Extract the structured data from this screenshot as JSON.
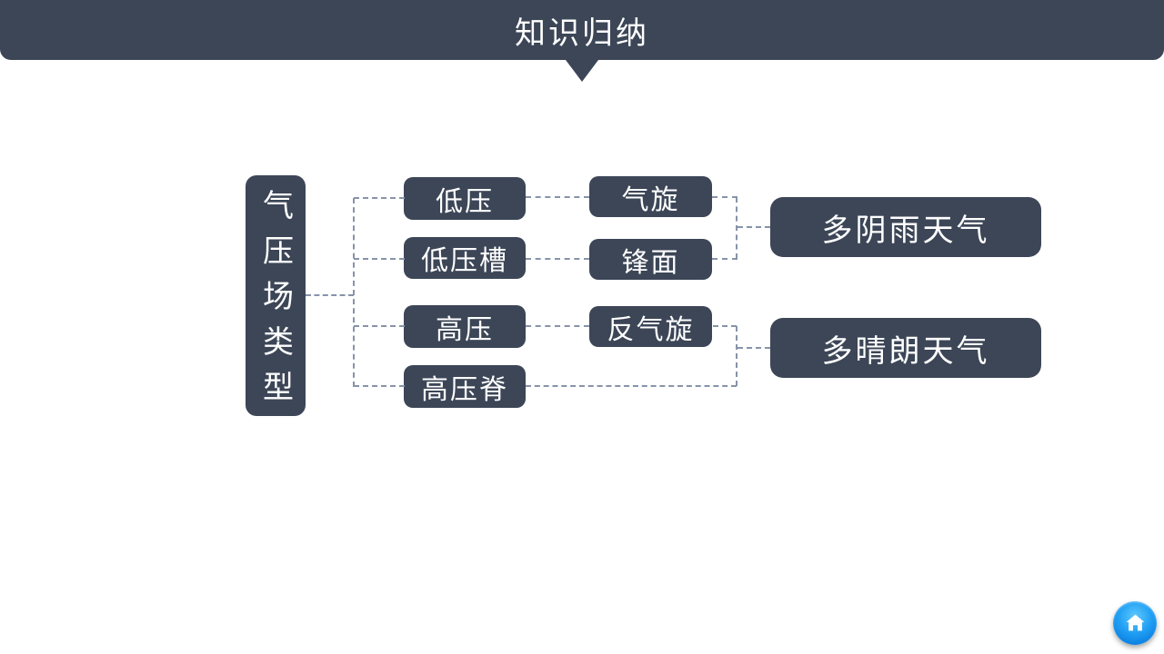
{
  "header": {
    "title": "知识归纳"
  },
  "diagram": {
    "root": {
      "label": "气压场类型"
    },
    "pressure_types": [
      {
        "label": "低压"
      },
      {
        "label": "低压槽"
      },
      {
        "label": "高压"
      },
      {
        "label": "高压脊"
      }
    ],
    "systems": [
      {
        "label": "气旋"
      },
      {
        "label": "锋面"
      },
      {
        "label": "反气旋"
      }
    ],
    "outcomes": [
      {
        "label": "多阴雨天气"
      },
      {
        "label": "多晴朗天气"
      }
    ]
  },
  "nav": {
    "home_icon": "home-icon"
  },
  "colors": {
    "header_bg": "#3C4657",
    "node_bg": "#3C4657",
    "node_text": "#FFFFFF",
    "connector": "#8793A9",
    "home_button_blue": "#1E9AF1"
  }
}
